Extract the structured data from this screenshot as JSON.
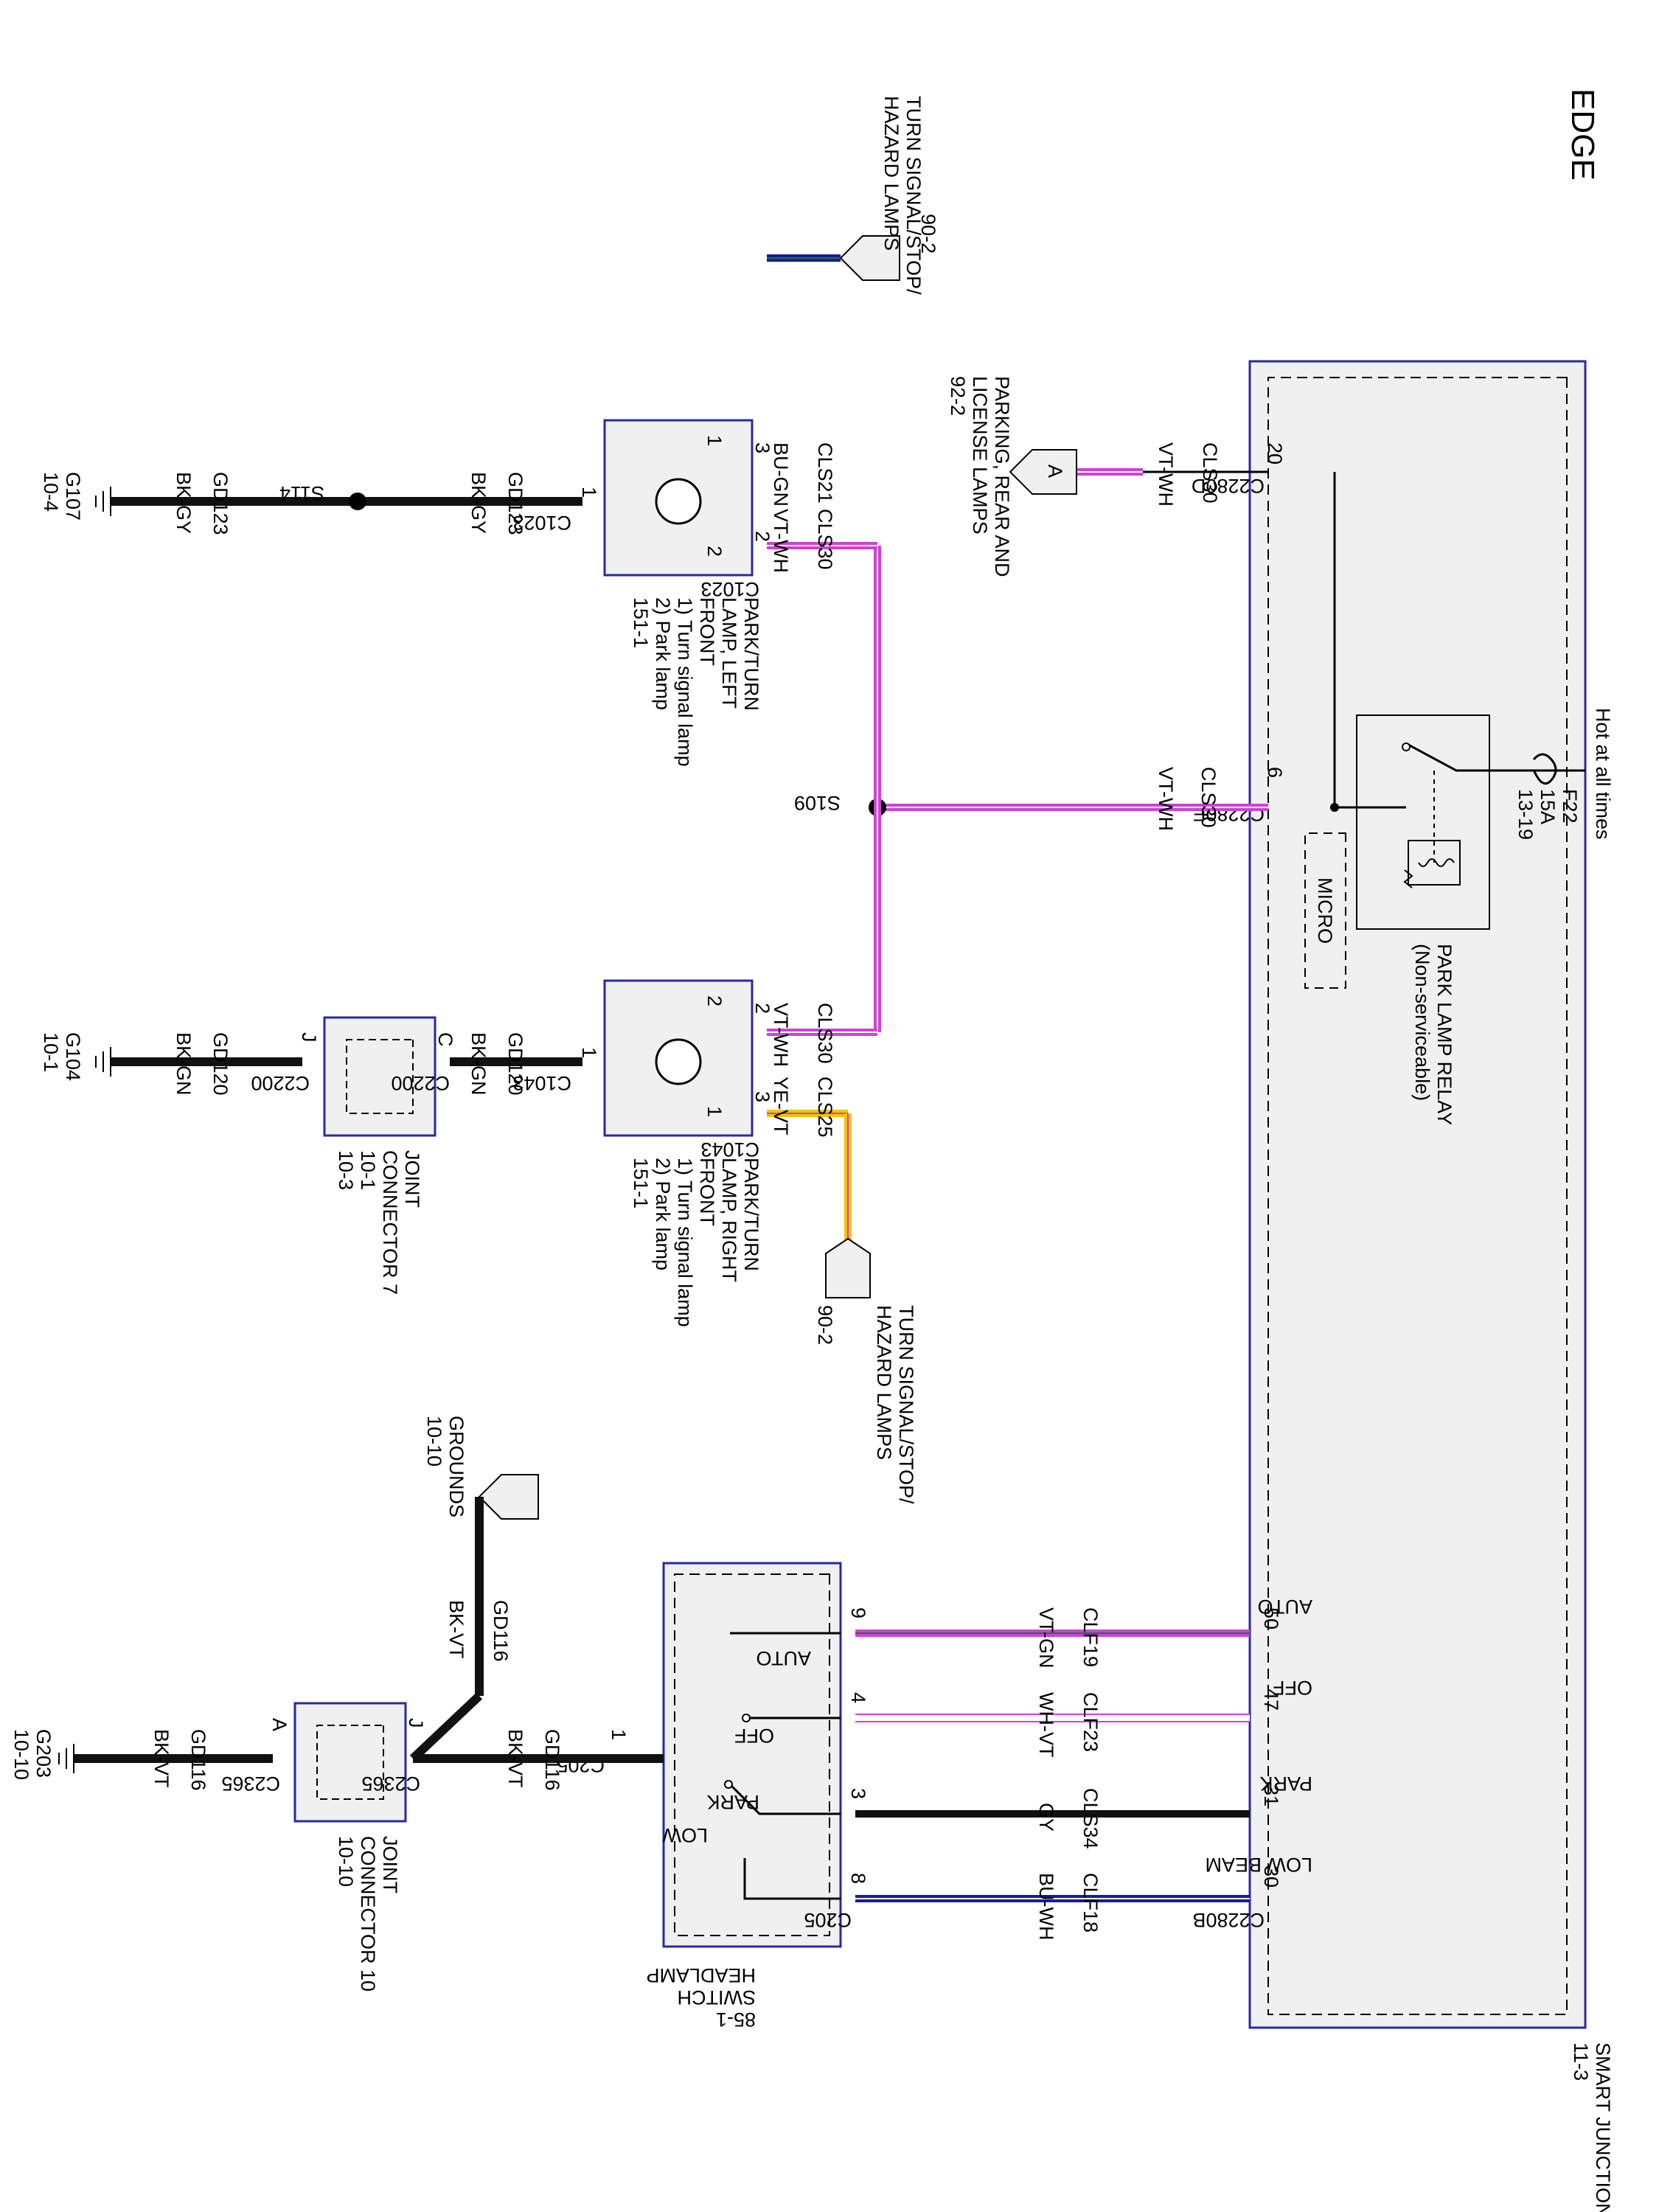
{
  "colors": {
    "box_border": "#2a2aa0",
    "box_fill": "#f0f0f0",
    "wire_black": "#111111",
    "wire_blue": "#1a1a9e",
    "wire_violet": "#d040d8",
    "wire_yellow": "#f2c400",
    "wire_green": "#1d7a2c"
  },
  "title": "EDGE",
  "sjb": {
    "name": "SMART JUNCTION BOX (SJB)",
    "page": "11-3"
  },
  "hot": "Hot at all times",
  "fuse": {
    "name": "F22",
    "rating": "15A",
    "page": "13-19"
  },
  "relay": {
    "name": "PARK LAMP RELAY",
    "note": "(Non-serviceable)"
  },
  "micro": "MICRO",
  "sjb_pins": {
    "pin20": "20",
    "c2280d": "C2280D",
    "pin6": "6",
    "c2280e": "C2280E",
    "pin50": "50",
    "auto": "AUTO",
    "pin47": "47",
    "off": "OFF",
    "pin31": "31",
    "park": "PARK",
    "pin30": "30",
    "low_beam": "LOW BEAM",
    "c2280b": "C2280B"
  },
  "wires": {
    "cls30_top": {
      "circuit": "CLS30",
      "color": "VT-WH"
    },
    "cls30_mid": {
      "circuit": "CLS30",
      "color": "VT-WH"
    },
    "cls30_lf": {
      "circuit": "CLS30",
      "color": "VT-WH"
    },
    "cls30_rf": {
      "circuit": "CLS30",
      "color": "VT-WH"
    },
    "cls21": {
      "circuit": "CLS21",
      "color": "BU-GN"
    },
    "cls25": {
      "circuit": "CLS25",
      "color": "YE-VT"
    },
    "gd123_a": {
      "circuit": "GD123",
      "color": "BK-GY"
    },
    "gd123_b": {
      "circuit": "GD123",
      "color": "BK-GY"
    },
    "gd120_a": {
      "circuit": "GD120",
      "color": "BK-GN"
    },
    "gd120_b": {
      "circuit": "GD120",
      "color": "BK-GN"
    },
    "clf19": {
      "circuit": "CLF19",
      "color": "VT-GN"
    },
    "clf23": {
      "circuit": "CLF23",
      "color": "WH-VT"
    },
    "cls34": {
      "circuit": "CLS34",
      "color": "GY"
    },
    "clf18": {
      "circuit": "CLF18",
      "color": "BU-WH"
    },
    "gd116_a": {
      "circuit": "GD116",
      "color": "BK-VT"
    },
    "gd116_b": {
      "circuit": "GD116",
      "color": "BK-VT"
    },
    "gd116_c": {
      "circuit": "GD116",
      "color": "BK-VT"
    }
  },
  "parking_ref": {
    "letter": "A",
    "line1": "PARKING, REAR AND",
    "line2": "LICENSE LAMPS",
    "page": "92-2"
  },
  "turn_ref_top": {
    "page": "90-2",
    "line1": "TURN SIGNAL/STOP/",
    "line2": "HAZARD LAMPS"
  },
  "turn_ref_bottom": {
    "page": "90-2",
    "line1": "TURN SIGNAL/STOP/",
    "line2": "HAZARD LAMPS"
  },
  "grounds_ref": {
    "name": "GROUNDS",
    "page": "10-10"
  },
  "splices": {
    "s114": "S114",
    "s109": "S109"
  },
  "lamp_left": {
    "pin1": "1",
    "pin2": "2",
    "pin3": "3",
    "connector": "C1023",
    "connector2": "C1023",
    "i1": "1",
    "i2": "2",
    "lines": [
      "PARK/TURN",
      "LAMP, LEFT",
      "FRONT",
      "1) Turn signal lamp",
      "2) Park lamp",
      "151-1"
    ]
  },
  "lamp_right": {
    "pin1": "1",
    "pin2": "2",
    "pin3": "3",
    "connector": "C1043",
    "connector2": "C1043",
    "i1": "1",
    "i2": "2",
    "lines": [
      "PARK/TURN",
      "LAMP, RIGHT",
      "FRONT",
      "1) Turn signal lamp",
      "2) Park lamp",
      "151-1"
    ]
  },
  "grounds": {
    "g107": {
      "name": "G107",
      "page": "10-4"
    },
    "g104": {
      "name": "G104",
      "page": "10-1"
    },
    "g203": {
      "name": "G203",
      "page": "10-10"
    }
  },
  "jc7": {
    "line1": "JOINT",
    "line2": "CONNECTOR 7",
    "p1": "10-1",
    "p2": "10-3",
    "pin_c": "C",
    "pin_j": "J",
    "conn_c": "C2200",
    "conn_j": "C2200"
  },
  "jc10": {
    "line1": "JOINT",
    "line2": "CONNECTOR 10",
    "p1": "10-10",
    "pin_j": "J",
    "pin_a": "A",
    "conn_j": "C2365",
    "conn_a": "C2365"
  },
  "headlamp": {
    "line1": "HEADLAMP",
    "line2": "SWITCH",
    "page": "85-1",
    "auto": "AUTO",
    "off": "OFF",
    "park": "PARK",
    "low": "LOW",
    "pin1": "1",
    "pin9": "9",
    "pin4": "4",
    "pin3": "3",
    "pin8": "8",
    "c205": "C205",
    "c205b": "C205"
  }
}
